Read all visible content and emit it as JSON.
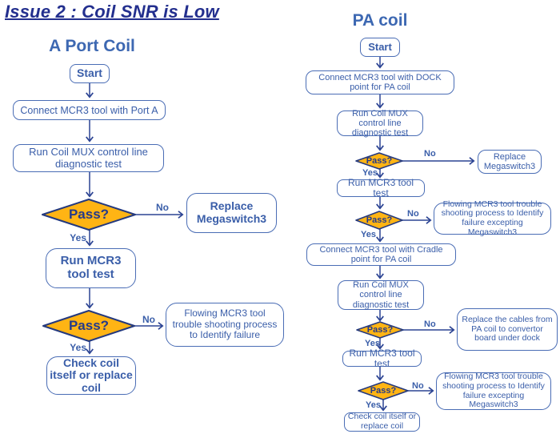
{
  "title": "Issue 2 : Coil SNR is Low",
  "labels": {
    "yes": "Yes",
    "no": "No"
  },
  "colors": {
    "title_navy": "#232F8E",
    "heading_blue": "#3D68B2",
    "box_border_blue": "#4A6DB5",
    "box_text_blue": "#3A5EA9",
    "connector_navy": "#2B4393",
    "diamond_fill_orange": "#FFB414",
    "diamond_border_navy": "#24397E"
  },
  "left_chart": {
    "heading": "A Port Coil",
    "start": "Start",
    "connect_port_a": "Connect MCR3 tool with Port A",
    "run_mux": "Run Coil MUX control line diagnostic test",
    "pass1": "Pass?",
    "replace_megaswitch": "Replace Megaswitch3",
    "run_tool_test": "Run MCR3 tool test",
    "pass2": "Pass?",
    "troubleshoot": "Flowing MCR3 tool trouble shooting process to Identify failure",
    "check_coil": "Check coil itself or replace coil"
  },
  "right_chart": {
    "heading": "PA coil",
    "start": "Start",
    "connect_dock": "Connect MCR3 tool with DOCK point for PA coil",
    "run_mux_1": "Run Coil MUX control line diagnostic test",
    "pass1": "Pass?",
    "replace_megaswitch": "Replace Megaswitch3",
    "run_tool_test_1": "Run MCR3 tool test",
    "pass2": "Pass?",
    "troubleshoot_1": "Flowing MCR3 tool trouble shooting process to Identify failure excepting Megaswitch3",
    "connect_cradle": "Connect MCR3 tool with Cradle point for PA coil",
    "run_mux_2": "Run Coil MUX control line diagnostic test",
    "pass3": "Pass?",
    "replace_cables": "Replace the cables from PA coil to convertor board under dock",
    "run_tool_test_2": "Run MCR3 tool test",
    "pass4": "Pass?",
    "troubleshoot_2": "Flowing MCR3 tool trouble shooting process to Identify failure excepting Megaswitch3",
    "check_coil": "Check coil itself or replace coil"
  }
}
